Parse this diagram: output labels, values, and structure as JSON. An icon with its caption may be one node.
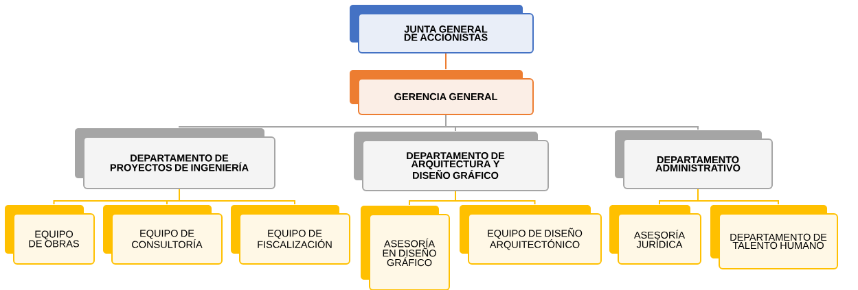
{
  "diagram": {
    "nodes": [
      {
        "text": [
          "JUNTA GENERAL DE ACCIONISTAS"
        ]
      },
      {
        "text": [
          "GERENCIA GENERAL"
        ]
      },
      {
        "text": [
          "DEPARTAMENTO DE PROYECTOS DE INGENIERÍA"
        ]
      },
      {
        "text": [
          "DEPARTAMENTO DE ARQUITECTURA Y DISEÑO GRÁFICO"
        ]
      },
      {
        "text": [
          "DEPARTAMENTO ADMINISTRATIVO"
        ]
      },
      {
        "text": [
          "EQUIPO DE OBRAS"
        ]
      },
      {
        "text": [
          "EQUIPO DE CONSULTORÍA"
        ]
      },
      {
        "text": [
          "EQUIPO DE FISCALIZACIÓN"
        ]
      },
      {
        "text": [
          "ASESORÍA EN DISEÑO GRÁFICO"
        ]
      },
      {
        "text": [
          "EQUIPO DE DISEÑO ARQUITECTÓNICO"
        ]
      },
      {
        "text": [
          "ASESORÍA JURÍDICA"
        ]
      },
      {
        "text": [
          "DEPARTAMENTO DE TALENTO HUMANO"
        ]
      }
    ],
    "edges": [
      {
        "from": 0,
        "to": 1,
        "arrow": "none",
        "color": "#ed7d31"
      },
      {
        "from": 1,
        "to": 2,
        "arrow": "none",
        "color": "#a5a5a5"
      },
      {
        "from": 1,
        "to": 3,
        "arrow": "none",
        "color": "#a5a5a5"
      },
      {
        "from": 1,
        "to": 4,
        "arrow": "none",
        "color": "#a5a5a5"
      },
      {
        "from": 2,
        "to": 5,
        "arrow": "none"
      },
      {
        "from": 2,
        "to": 6,
        "arrow": "none"
      },
      {
        "from": 2,
        "to": 7,
        "arrow": "none"
      },
      {
        "from": 3,
        "to": 8,
        "arrow": "none"
      },
      {
        "from": 3,
        "to": 9,
        "arrow": "none"
      },
      {
        "from": 4,
        "to": 10,
        "arrow": "none"
      },
      {
        "from": 4,
        "to": 11,
        "arrow": "none"
      }
    ]
  }
}
